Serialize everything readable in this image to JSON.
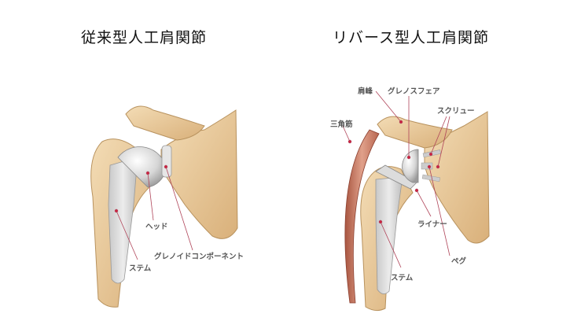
{
  "left_panel": {
    "title": "従来型人工肩関節",
    "labels": {
      "head": "ヘッド",
      "glenoid_component": "グレノイドコンポーネント",
      "stem": "ステム"
    }
  },
  "right_panel": {
    "title": "リバース型人工肩関節",
    "labels": {
      "acromion": "肩峰",
      "glenosphere": "グレノスフェア",
      "deltoid": "三角筋",
      "screw": "スクリュー",
      "liner": "ライナー",
      "peg": "ペグ",
      "stem": "ステム"
    }
  },
  "colors": {
    "bone": "#e8c99a",
    "bone_shadow": "#c9a06a",
    "implant": "#d8d8d8",
    "muscle": "#c9806a",
    "leader_line": "#b0455a"
  }
}
